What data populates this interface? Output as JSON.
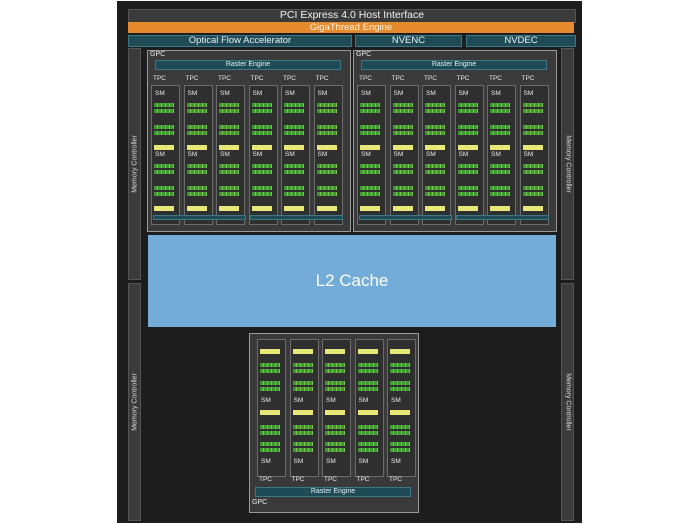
{
  "header": {
    "pci": "PCI Express 4.0 Host Interface",
    "gigathread": "GigaThread Engine",
    "accelerators": [
      "Optical Flow Accelerator",
      "NVENC",
      "NVDEC"
    ]
  },
  "memory_controller_label": "Memory Controller",
  "gpc": {
    "label": "GPC",
    "raster_label": "Raster Engine",
    "tpc_label": "TPC",
    "sm_label": "SM"
  },
  "l2_label": "L2 Cache",
  "colors": {
    "pcie": "#3a3a3a",
    "gigathread": "#e68a2e",
    "engine": "#1f4b57",
    "l2": "#73acd9",
    "cuda_cores": "#3f9a2e",
    "rt_core": "#e8e878"
  }
}
